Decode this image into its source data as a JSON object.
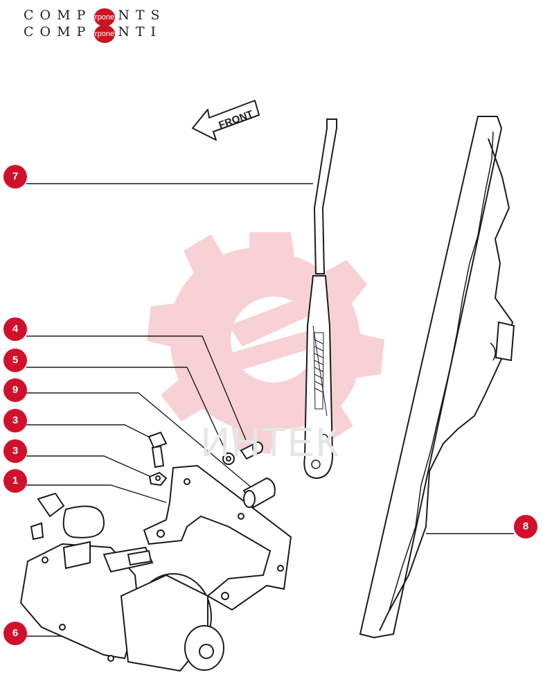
{
  "header": {
    "line1": "COMP  ENTS",
    "line2": "COMP  ENTI",
    "badge": "rpone"
  },
  "front_label": "FRONT",
  "watermark_text": "ИНТЕК",
  "callouts": [
    {
      "id": "c7",
      "label": "7"
    },
    {
      "id": "c4",
      "label": "4"
    },
    {
      "id": "c5",
      "label": "5"
    },
    {
      "id": "c9",
      "label": "9"
    },
    {
      "id": "c3a",
      "label": "3"
    },
    {
      "id": "c3b",
      "label": "3"
    },
    {
      "id": "c1",
      "label": "1"
    },
    {
      "id": "c6",
      "label": "6"
    },
    {
      "id": "c8",
      "label": "8"
    }
  ],
  "colors": {
    "accent": "#d1112b",
    "watermark": "#f6c9cc",
    "line": "#1a1a1a"
  }
}
